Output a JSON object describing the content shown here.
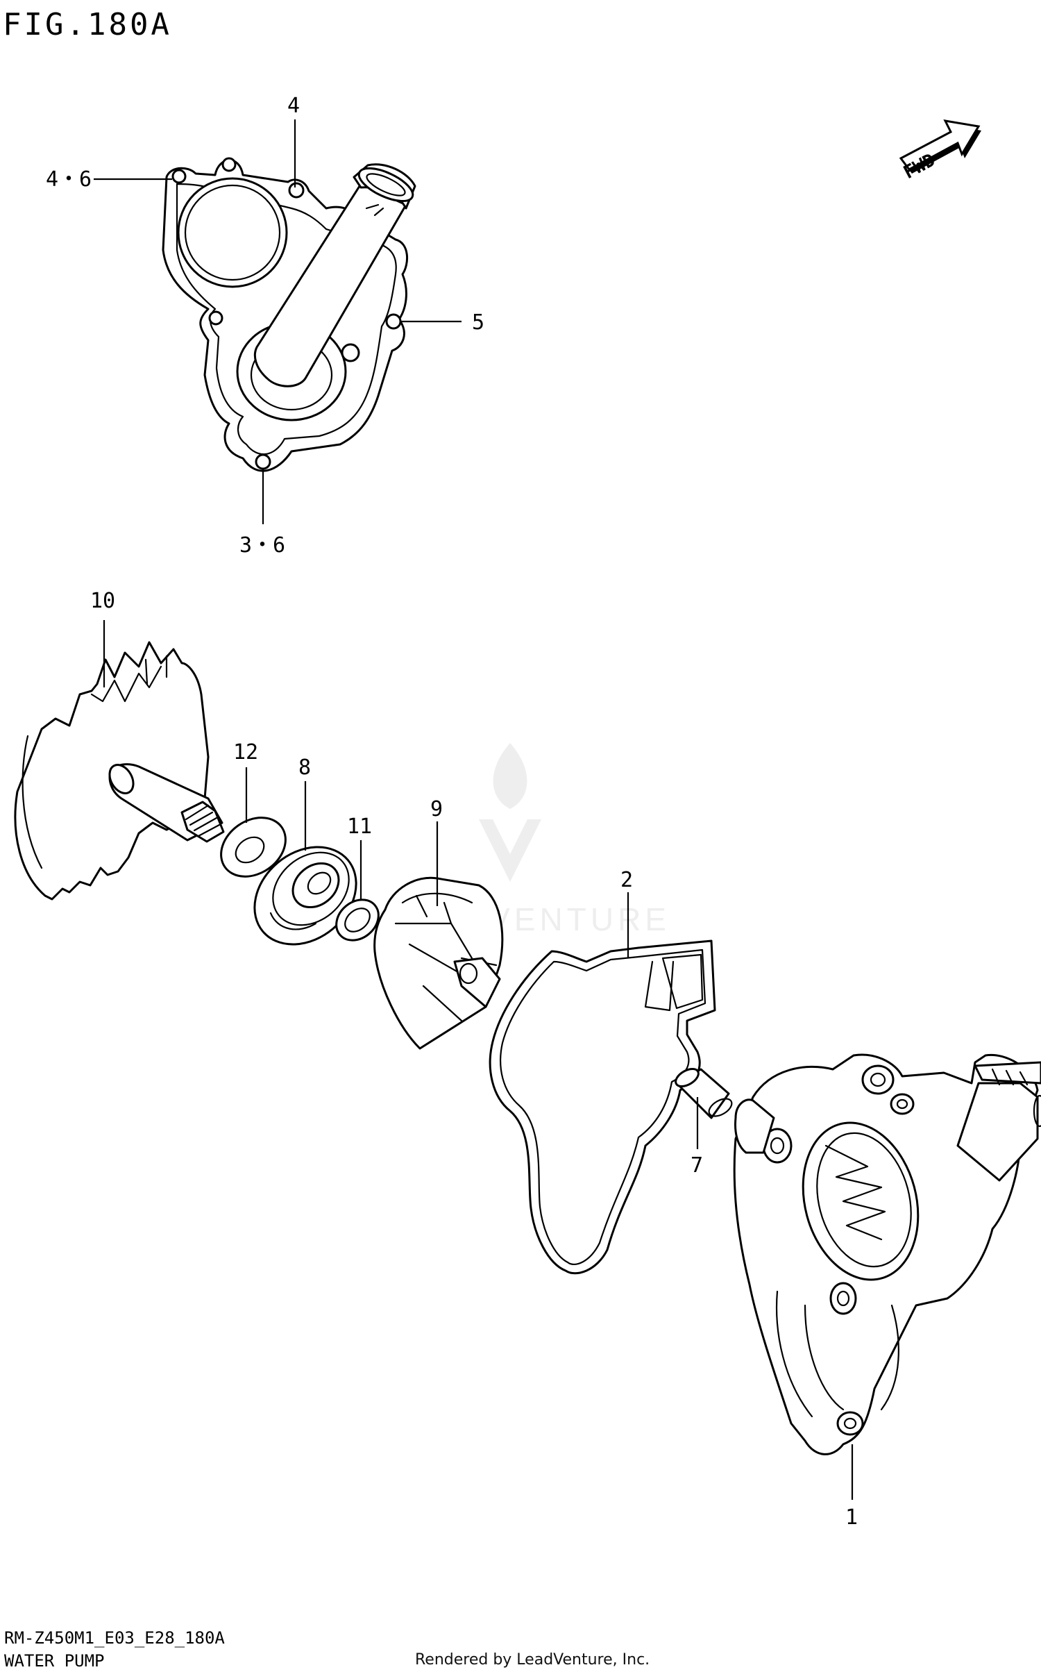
{
  "figure": {
    "title": "FIG.180A",
    "fwd_label": "FWD",
    "model_code": "RM-Z450M1_E03_E28_180A",
    "section_name": "WATER PUMP",
    "credit": "Rendered by LeadVenture, Inc.",
    "watermark": "LEADVENTURE"
  },
  "callouts": [
    {
      "id": "c-4-6",
      "label": "4・6"
    },
    {
      "id": "c-4",
      "label": "4"
    },
    {
      "id": "c-5",
      "label": "5"
    },
    {
      "id": "c-3-6",
      "label": "3・6"
    },
    {
      "id": "c-10",
      "label": "10"
    },
    {
      "id": "c-12",
      "label": "12"
    },
    {
      "id": "c-8",
      "label": "8"
    },
    {
      "id": "c-11",
      "label": "11"
    },
    {
      "id": "c-9",
      "label": "9"
    },
    {
      "id": "c-2",
      "label": "2"
    },
    {
      "id": "c-7",
      "label": "7"
    },
    {
      "id": "c-1",
      "label": "1"
    }
  ],
  "colors": {
    "line": "#000000",
    "watermark": "#d9d9d9",
    "background": "#ffffff"
  }
}
